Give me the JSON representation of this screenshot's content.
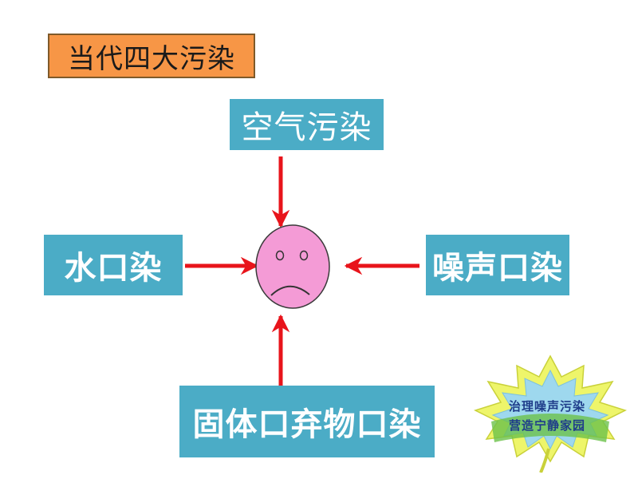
{
  "title": "当代四大污染",
  "center": {
    "icon": "sad-face-icon",
    "color": "#f49bd6"
  },
  "boxes": {
    "air": "空气污染",
    "water": "水口染",
    "noise": "噪声口染",
    "solid": "固体口弃物口染"
  },
  "logo": {
    "icon": "leaf-logo-icon",
    "line1": "治理噪声污染",
    "line2": "营造宁静家园"
  },
  "colors": {
    "title_bg": "#f79646",
    "box_bg": "#4bacc6",
    "arrow": "#e8141b"
  }
}
